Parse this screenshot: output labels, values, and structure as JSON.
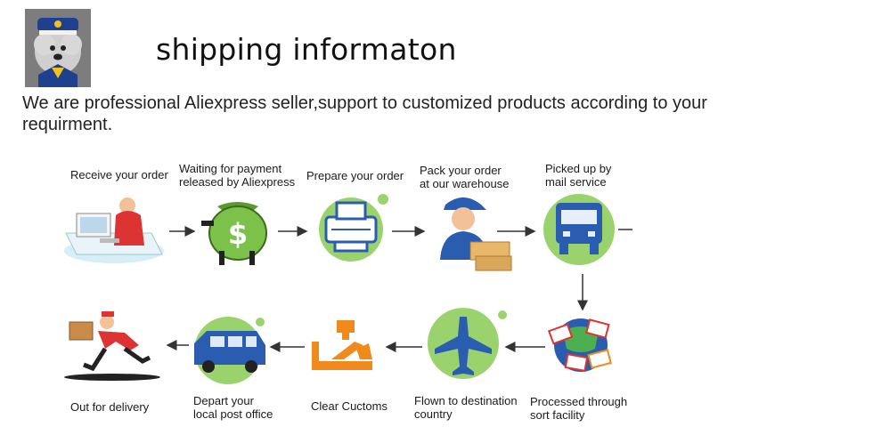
{
  "header": {
    "title": "shipping informaton",
    "avatar_icon": "poodle-in-sailor-hat-avatar"
  },
  "intro": "We are professional Aliexpress seller,support to customized products according to your requirment.",
  "steps_row1": [
    {
      "label": "Receive your order",
      "icon": "computer-operator-icon"
    },
    {
      "label": "Waiting for payment\nreleased by Aliexpress",
      "icon": "money-bag-icon"
    },
    {
      "label": "Prepare your order",
      "icon": "printer-icon"
    },
    {
      "label": "Pack your order\nat our warehouse",
      "icon": "warehouse-worker-icon"
    },
    {
      "label": "Picked up by\nmail service",
      "icon": "mail-truck-icon"
    }
  ],
  "steps_row2": [
    {
      "label": "Out for delivery",
      "icon": "delivery-runner-icon"
    },
    {
      "label": "Depart your\nlocal post office",
      "icon": "van-icon"
    },
    {
      "label": "Clear Cuctoms",
      "icon": "customs-officer-icon"
    },
    {
      "label": "Flown to destination\ncountry",
      "icon": "airplane-icon"
    },
    {
      "label": "Processed through\nsort facility",
      "icon": "globe-mail-icon"
    }
  ],
  "colors": {
    "accent_green": "#8fd36a",
    "arrow": "#333333",
    "icon_blue": "#2a5db0",
    "orange": "#f08a1c"
  }
}
